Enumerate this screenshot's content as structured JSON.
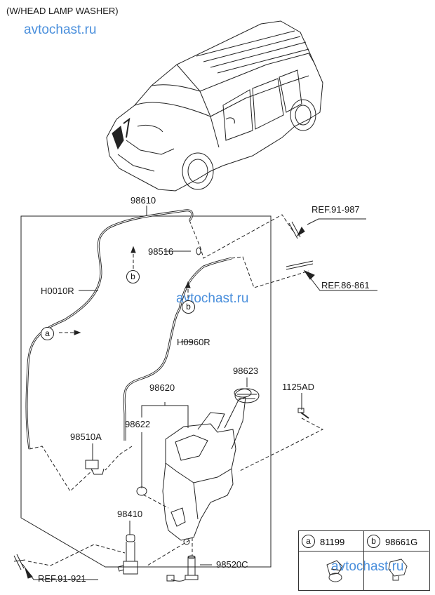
{
  "title": "(W/HEAD LAMP WASHER)",
  "watermark": "avtochast.ru",
  "parts": {
    "assembly": "98610",
    "nozzle_joint": "98516",
    "hose_right": "H0010R",
    "hose_inner": "H0960R",
    "reservoir": "98620",
    "cap": "98623",
    "grommet": "98622",
    "bolt": "1125AD",
    "check_valve": "98510A",
    "pump": "98410",
    "level_sensor": "98520C"
  },
  "references": {
    "ref1": "REF.91-987",
    "ref2": "REF.86-861",
    "ref3": "REF.91-921"
  },
  "callouts": {
    "a": "a",
    "b": "b"
  },
  "legend": [
    {
      "key": "a",
      "part": "81199"
    },
    {
      "key": "b",
      "part": "98661G"
    }
  ]
}
